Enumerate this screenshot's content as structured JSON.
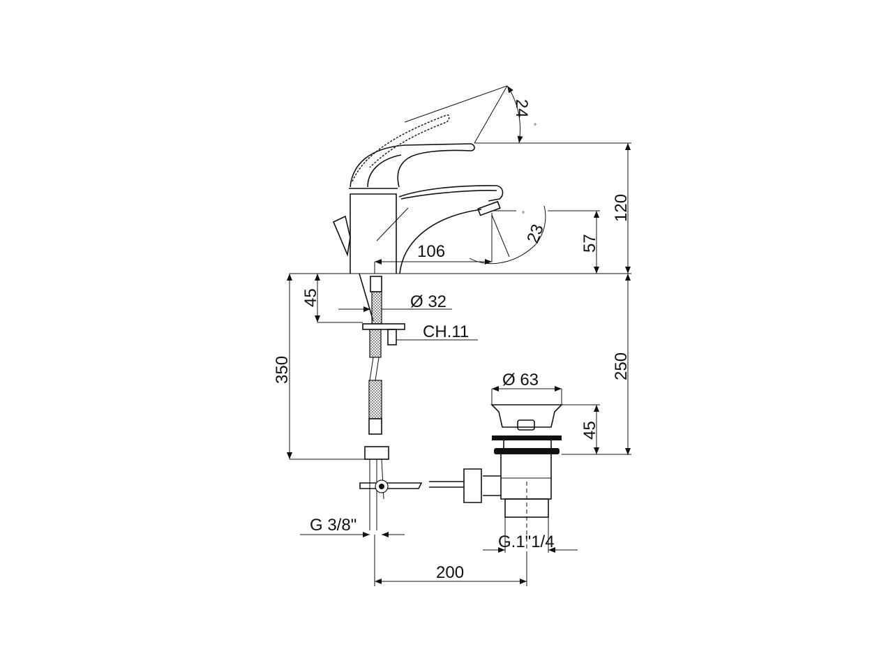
{
  "drawing": {
    "dimensions": {
      "lever_angle": "24",
      "lever_angle_unit": "°",
      "spout_angle": "23",
      "spout_angle_unit": "°",
      "spout_reach": "106",
      "spout_height": "57",
      "total_height": "120",
      "shank_length": "45",
      "base_diameter": "Ø 32",
      "nut_size": "CH.11",
      "hose_length": "350",
      "rod_length": "250",
      "waste_diameter": "Ø 63",
      "waste_height": "45",
      "hose_thread": "G 3/8\"",
      "waste_thread": "G.1\"1/4",
      "centre_distance": "200"
    }
  }
}
